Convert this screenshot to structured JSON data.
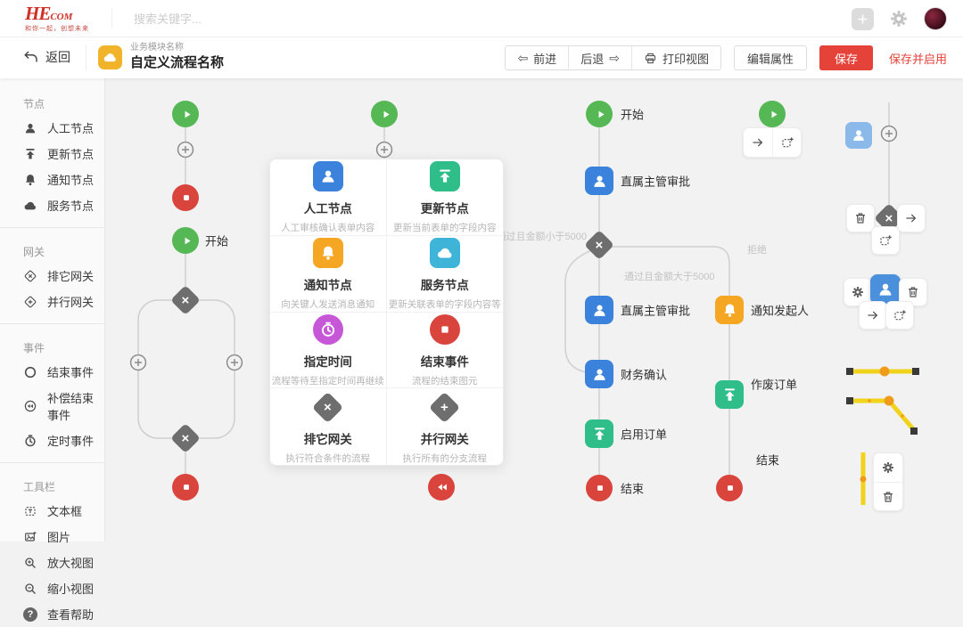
{
  "header": {
    "logo_main": "HE",
    "logo_sub": "COM",
    "logo_tagline": "和你一起，创想未来",
    "search_placeholder": "搜索关键字..."
  },
  "toolbar": {
    "back_label": "返回",
    "module_label": "业务模块名称",
    "flow_title": "自定义流程名称",
    "forward_label": "前进",
    "backward_label": "后退",
    "print_label": "打印视图",
    "edit_props_label": "编辑属性",
    "save_label": "保存",
    "save_enable_label": "保存并启用"
  },
  "sidebar": {
    "sections": [
      {
        "title": "节点",
        "items": [
          {
            "label": "人工节点"
          },
          {
            "label": "更新节点"
          },
          {
            "label": "通知节点"
          },
          {
            "label": "服务节点"
          }
        ]
      },
      {
        "title": "网关",
        "items": [
          {
            "label": "排它网关"
          },
          {
            "label": "并行网关"
          }
        ]
      },
      {
        "title": "事件",
        "items": [
          {
            "label": "结束事件"
          },
          {
            "label": "补偿结束事件"
          },
          {
            "label": "定时事件"
          }
        ]
      },
      {
        "title": "工具栏",
        "items": [
          {
            "label": "文本框"
          },
          {
            "label": "图片"
          },
          {
            "label": "放大视图"
          },
          {
            "label": "缩小视图"
          },
          {
            "label": "查看帮助"
          }
        ]
      }
    ]
  },
  "panel": {
    "cells": [
      {
        "icon": "user-node-icon",
        "title": "人工节点",
        "desc": "人工审核确认表单内容"
      },
      {
        "icon": "update-node-icon",
        "title": "更新节点",
        "desc": "更新当前表单的字段内容"
      },
      {
        "icon": "notify-node-icon",
        "title": "通知节点",
        "desc": "向关键人发送消息通知"
      },
      {
        "icon": "service-node-icon",
        "title": "服务节点",
        "desc": "更新关联表单的字段内容等"
      },
      {
        "icon": "timer-event-icon",
        "title": "指定时间",
        "desc": "流程等待至指定时间再继续"
      },
      {
        "icon": "end-event-icon",
        "title": "结束事件",
        "desc": "流程的结束图元"
      },
      {
        "icon": "exclusive-gateway-icon",
        "title": "排它网关",
        "desc": "执行符合条件的流程"
      },
      {
        "icon": "parallel-gateway-icon",
        "title": "并行网关",
        "desc": "执行所有的分支流程"
      }
    ]
  },
  "flow": {
    "start_left": "开始",
    "start_right": "开始",
    "approve1": "直属主管审批",
    "cond_small": "通过且金额小于5000",
    "cond_big": "通过且金额大于5000",
    "reject": "拒绝",
    "approve2": "直属主管审批",
    "notify": "通知发起人",
    "finance": "财务确认",
    "enable_order": "启用订单",
    "end_main": "结束",
    "void_order": "作废订单",
    "end_branch": "结束"
  },
  "colors": {
    "brand_red": "#cf2e26",
    "save_red": "#e5433a",
    "play_green": "#55b855",
    "node_blue": "#3a82dc",
    "node_green": "#2fbe8a",
    "node_orange": "#f5a623",
    "node_teal": "#3db4d8",
    "node_purple": "#c658d8",
    "node_red": "#d9453c",
    "gateway_gray": "#6e6e6e",
    "connector_yellow": "#f2d31b"
  }
}
